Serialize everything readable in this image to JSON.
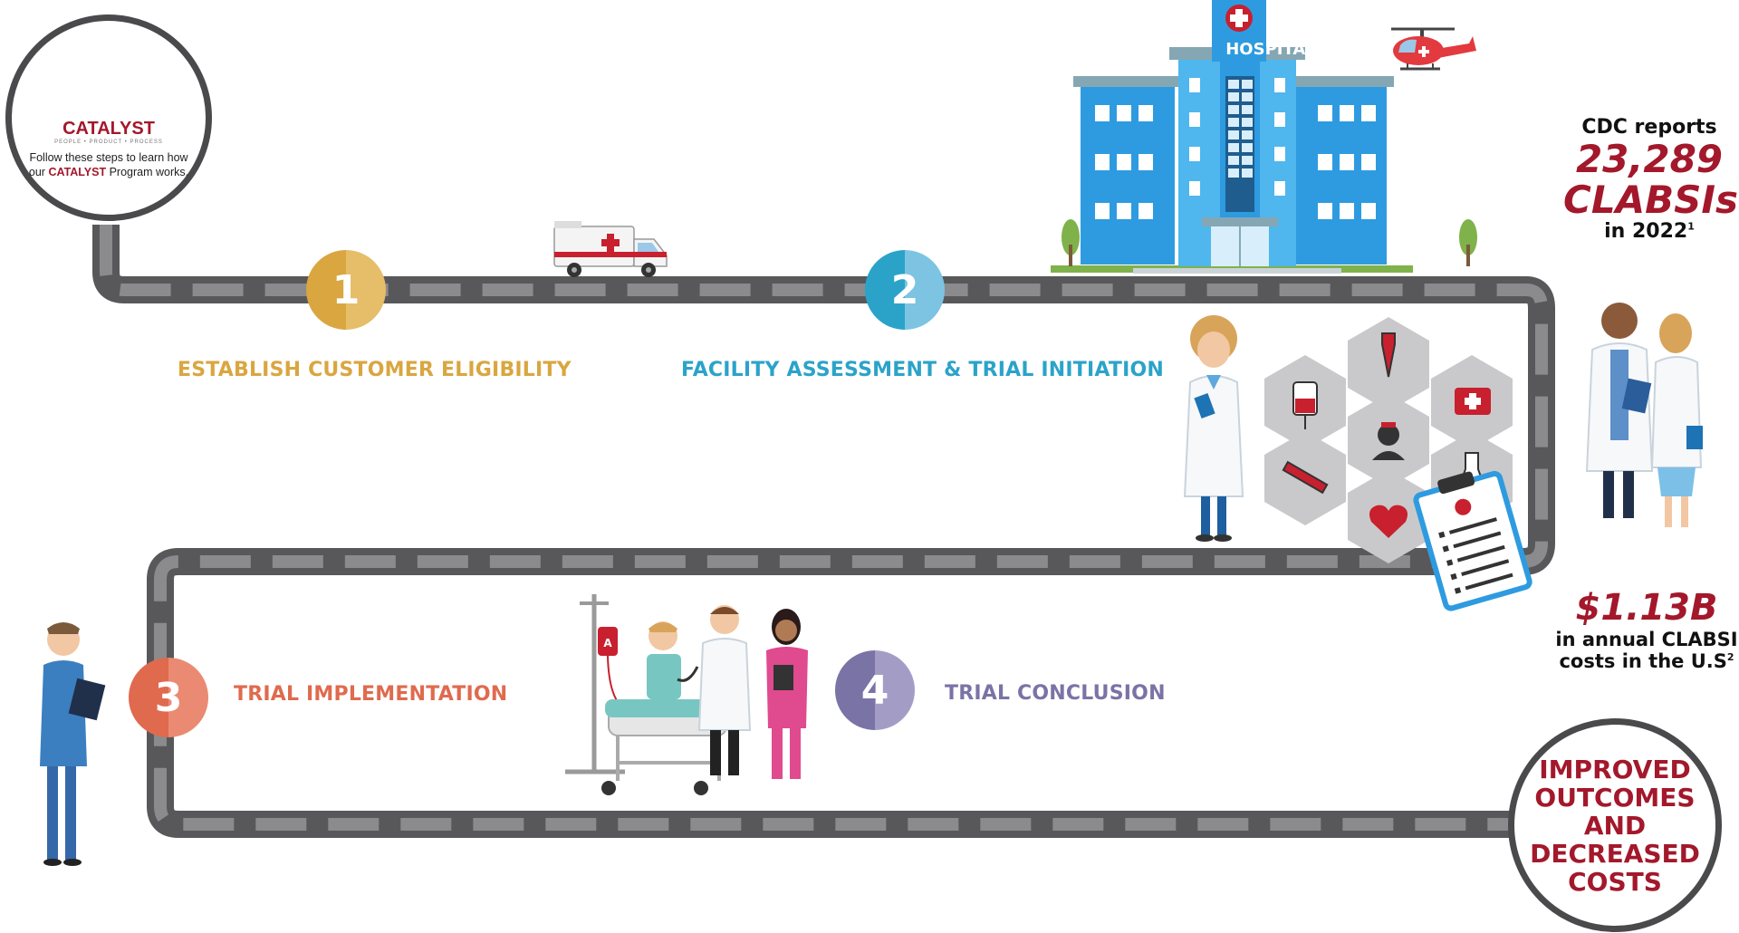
{
  "catalyst": {
    "brand": "CATALYST",
    "tagline": "PEOPLE • PRODUCT • PROCESS",
    "intro_line1": "Follow these steps to learn how",
    "intro_pre": "our ",
    "intro_brand": "CATALYST",
    "intro_post": " Program works."
  },
  "steps": [
    {
      "number": "1",
      "label": "ESTABLISH CUSTOMER ELIGIBILITY",
      "color": "#d9a640"
    },
    {
      "number": "2",
      "label": "FACILITY ASSESSMENT & TRIAL INITIATION",
      "color": "#2ba3c9"
    },
    {
      "number": "3",
      "label": "TRIAL IMPLEMENTATION",
      "color": "#e06a4e"
    },
    {
      "number": "4",
      "label": "TRIAL CONCLUSION",
      "color": "#7a73a6"
    }
  ],
  "hospital": {
    "sign": "HOSPITAL"
  },
  "iv_bag_letter": "A",
  "stats": {
    "cdc_line1": "CDC reports",
    "cdc_number": "23,289",
    "cdc_unit": "CLABSIs",
    "cdc_year": "in 2022",
    "cdc_ref": "1",
    "cost_number": "$1.13B",
    "cost_line1": "in annual CLABSI",
    "cost_line2": "costs in the U.S",
    "cost_ref": "2"
  },
  "outcome": {
    "text": "IMPROVED OUTCOMES AND DECREASED COSTS"
  },
  "colors": {
    "road": "#58585a",
    "road_dash": "#8b8b8d",
    "accent_red": "#a3182b",
    "hospital_blue": "#2e9be0"
  }
}
